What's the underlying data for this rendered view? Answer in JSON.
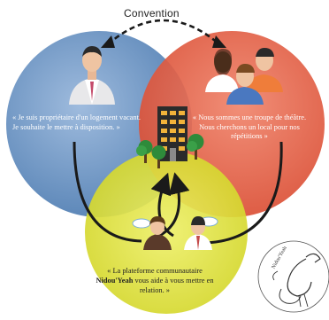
{
  "diagram": {
    "convention_label": "Convention",
    "owner_quote": "« Je suis propriétaire d'un logement vacant. Je souhaite le mettre à disposition. »",
    "troupe_quote": "« Nous sommes une troupe de théâtre. Nous cherchons un local pour nos répétitions »",
    "platform_quote_before": "« La plateforme communautaire",
    "platform_name": "Nidou'Yeah",
    "platform_quote_after": "vous aide à vous mettre en relation. »",
    "logo_text": "Nidou'Yeah",
    "colors": {
      "owner_circle": "#5b86b8",
      "troupe_circle": "#e0573f",
      "platform_circle": "#d7d92b",
      "arrow": "#1a1a1a"
    }
  }
}
